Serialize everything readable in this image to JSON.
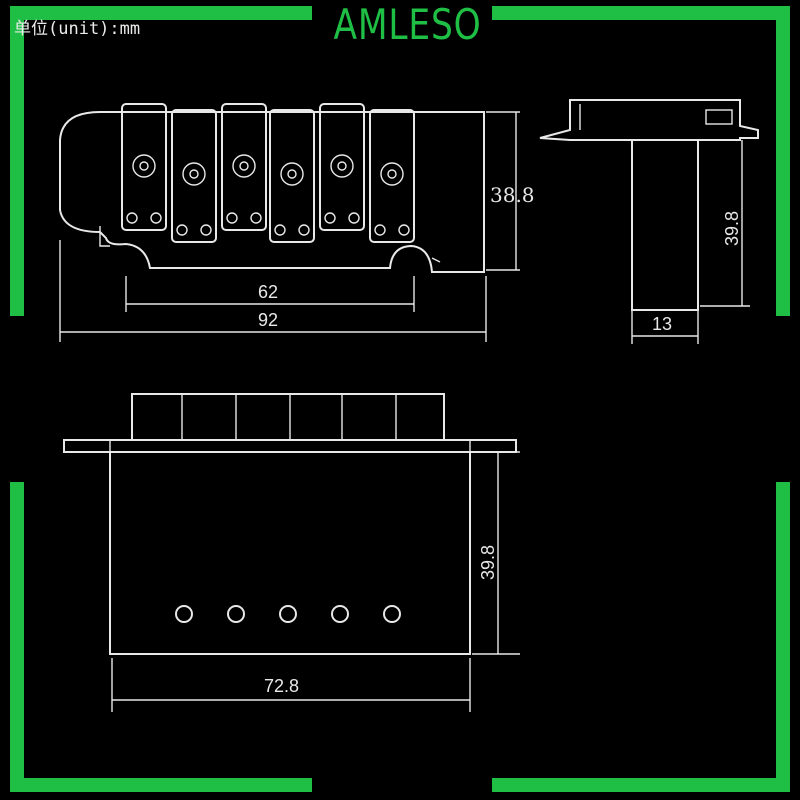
{
  "brand": "AMLESO",
  "unit_label": "单位(unit):mm",
  "colors": {
    "frame": "#1fbf45",
    "lines": "#e8e8e8",
    "background": "#000000"
  },
  "dimensions": {
    "height_top": "38.8",
    "string_spacing": "62",
    "total_width": "92",
    "side_height": "39.8",
    "side_width": "13",
    "front_height": "39.8",
    "front_width": "72.8"
  }
}
